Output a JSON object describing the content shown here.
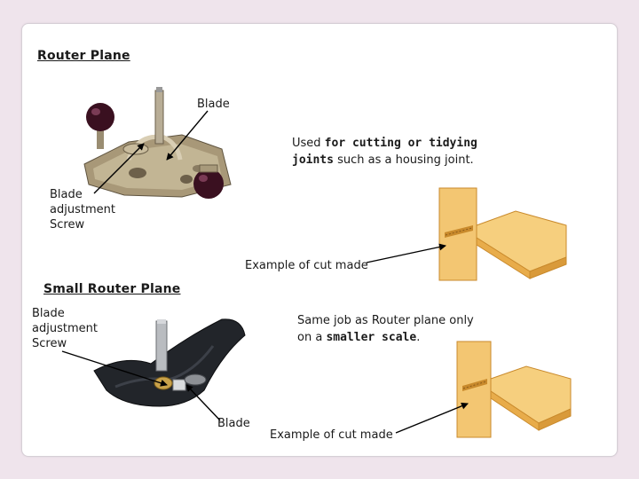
{
  "section1": {
    "heading": "Router Plane",
    "blade_label": "Blade",
    "adjust_label_lines": [
      "Blade",
      "adjustment",
      "Screw"
    ],
    "desc_pre": "Used ",
    "desc_bold": "for cutting or tidying joints",
    "desc_post": " such as a housing joint.",
    "example_label": "Example of cut made"
  },
  "section2": {
    "heading": "Small Router Plane",
    "adjust_label_lines": [
      "Blade",
      "adjustment",
      "Screw"
    ],
    "desc_pre": "Same job as Router plane only on a ",
    "desc_bold": "smaller scale",
    "desc_post": ".",
    "blade_label": "Blade",
    "example_label": "Example of cut made"
  },
  "colors": {
    "wood_light": "#f3c672",
    "wood_mid": "#e8ac4a",
    "wood_dark": "#c98a2c",
    "knob": "#3a1020",
    "metal": "#b0a48c",
    "cast_iron": "#22252a"
  }
}
